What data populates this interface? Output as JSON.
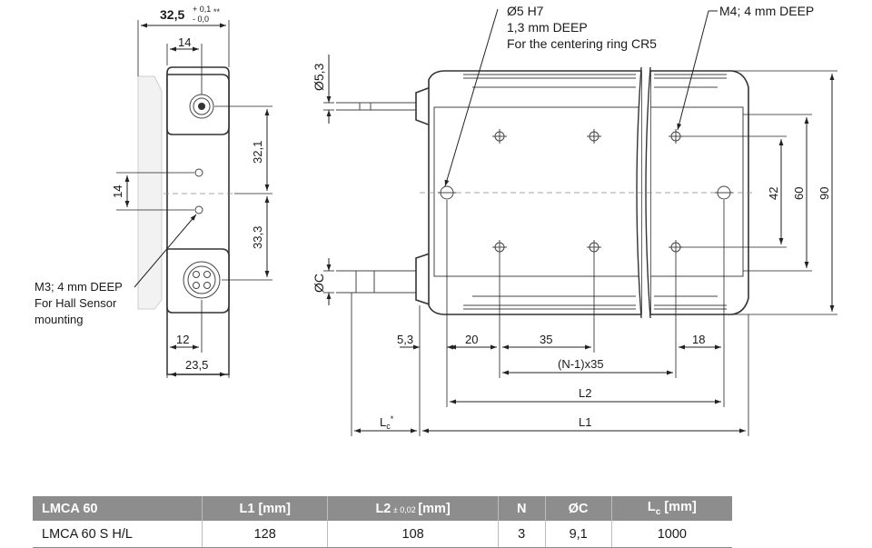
{
  "drawing": {
    "top_width": "32,5",
    "top_tol_plus": "+ 0,1",
    "top_tol_minus": "- 0,0",
    "top_note": "**",
    "d14_top": "14",
    "d14_side": "14",
    "d32_1": "32,1",
    "d33_3": "33,3",
    "d12": "12",
    "d23_5": "23,5",
    "m3_callout": [
      "M3; 4 mm DEEP",
      "For Hall Sensor",
      "mounting"
    ],
    "phi5_callout": [
      "Ø5 H7",
      "1,3 mm DEEP",
      "For  the centering ring CR5"
    ],
    "m4_callout": "M4; 4 mm DEEP",
    "cable_dia_top": "Ø5,3",
    "cable_dia_bottom": "ØC",
    "d5_3": "5,3",
    "d20": "20",
    "d35": "35",
    "d18": "18",
    "pitch": "(N-1)x35",
    "l2": "L2",
    "l1": "L1",
    "lc_main": "L",
    "lc_sub": "c",
    "lc_star": "*",
    "h42": "42",
    "h60": "60",
    "h90": "90"
  },
  "table": {
    "headers": {
      "model": "LMCA 60",
      "l1": "L1 [mm]",
      "l2_main": "L2",
      "l2_tol": " ± 0,02 ",
      "l2_unit": "[mm]",
      "n": "N",
      "c": "ØC",
      "lc_main": "L",
      "lc_sub": "c",
      "lc_unit": " [mm]"
    },
    "rows": [
      {
        "model": "LMCA 60 S H/L",
        "l1": "128",
        "l2": "108",
        "n": "3",
        "c": "9,1",
        "lc": "1000"
      }
    ]
  },
  "colors": {
    "header_bg": "#8d8d8d",
    "header_text": "#ffffff",
    "line": "#222222"
  }
}
